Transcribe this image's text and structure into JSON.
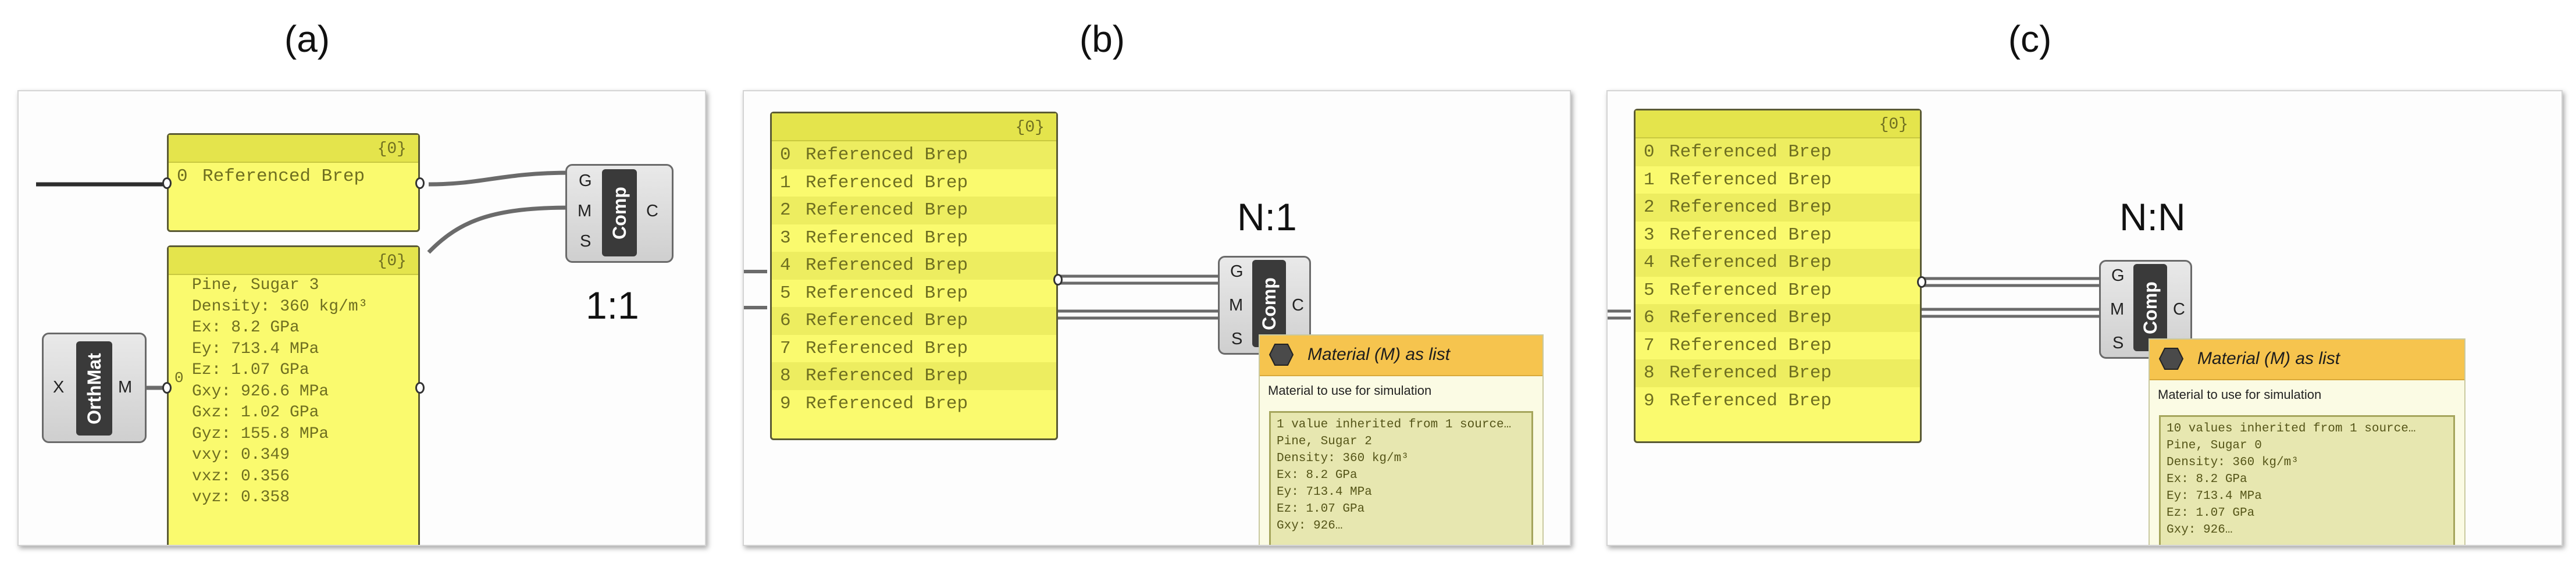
{
  "panels": {
    "a": {
      "label": "(a)",
      "ratio": "1:1",
      "brep_panel": {
        "count": "{0}",
        "rows": [
          {
            "index": "0",
            "text": "Referenced Brep"
          }
        ]
      },
      "material_panel": {
        "count": "{0}",
        "index": "0",
        "lines": [
          "Pine, Sugar 3",
          "Density: 360 kg/m³",
          "Ex: 8.2 GPa",
          "Ey: 713.4 MPa",
          "Ez: 1.07 GPa",
          "Gxy: 926.6 MPa",
          "Gxz: 1.02 GPa",
          "Gyz: 155.8 MPa",
          "vxy: 0.349",
          "vxz: 0.356",
          "vyz: 0.358"
        ]
      },
      "orthomat": {
        "name": "OrthMat",
        "input": "X",
        "output": "M"
      },
      "comp": {
        "name": "Comp",
        "inputs": [
          "G",
          "M",
          "S"
        ],
        "output": "C"
      }
    },
    "b": {
      "label": "(b)",
      "ratio": "N:1",
      "brep_panel": {
        "count": "{0}",
        "rows": [
          {
            "index": "0",
            "text": "Referenced Brep"
          },
          {
            "index": "1",
            "text": "Referenced Brep"
          },
          {
            "index": "2",
            "text": "Referenced Brep"
          },
          {
            "index": "3",
            "text": "Referenced Brep"
          },
          {
            "index": "4",
            "text": "Referenced Brep"
          },
          {
            "index": "5",
            "text": "Referenced Brep"
          },
          {
            "index": "6",
            "text": "Referenced Brep"
          },
          {
            "index": "7",
            "text": "Referenced Brep"
          },
          {
            "index": "8",
            "text": "Referenced Brep"
          },
          {
            "index": "9",
            "text": "Referenced Brep"
          }
        ]
      },
      "comp": {
        "name": "Comp",
        "inputs": [
          "G",
          "M",
          "S"
        ],
        "output": "C"
      },
      "tooltip": {
        "title": "Material (M) as list",
        "description": "Material to use for simulation",
        "lines": [
          "1 value inherited from 1 source…",
          "Pine, Sugar 2",
          "Density: 360 kg/m³",
          "Ex: 8.2 GPa",
          "Ey: 713.4 MPa",
          "Ez: 1.07 GPa",
          "Gxy: 926…"
        ]
      }
    },
    "c": {
      "label": "(c)",
      "ratio": "N:N",
      "brep_panel": {
        "count": "{0}",
        "rows": [
          {
            "index": "0",
            "text": "Referenced Brep"
          },
          {
            "index": "1",
            "text": "Referenced Brep"
          },
          {
            "index": "2",
            "text": "Referenced Brep"
          },
          {
            "index": "3",
            "text": "Referenced Brep"
          },
          {
            "index": "4",
            "text": "Referenced Brep"
          },
          {
            "index": "5",
            "text": "Referenced Brep"
          },
          {
            "index": "6",
            "text": "Referenced Brep"
          },
          {
            "index": "7",
            "text": "Referenced Brep"
          },
          {
            "index": "8",
            "text": "Referenced Brep"
          },
          {
            "index": "9",
            "text": "Referenced Brep"
          }
        ]
      },
      "comp": {
        "name": "Comp",
        "inputs": [
          "G",
          "M",
          "S"
        ],
        "output": "C"
      },
      "tooltip": {
        "title": "Material (M) as list",
        "description": "Material to use for simulation",
        "lines": [
          "10 values inherited from 1 source…",
          "Pine, Sugar 0",
          "Density: 360 kg/m³",
          "Ex: 8.2 GPa",
          "Ey: 713.4 MPa",
          "Ez: 1.07 GPa",
          "Gxy: 926…"
        ]
      }
    }
  },
  "colors": {
    "panel_yellow": "#fafa6e",
    "header_yellow": "#e4e44c",
    "tooltip_orange": "#f6c44e",
    "component_dark": "#3a3a3a"
  }
}
